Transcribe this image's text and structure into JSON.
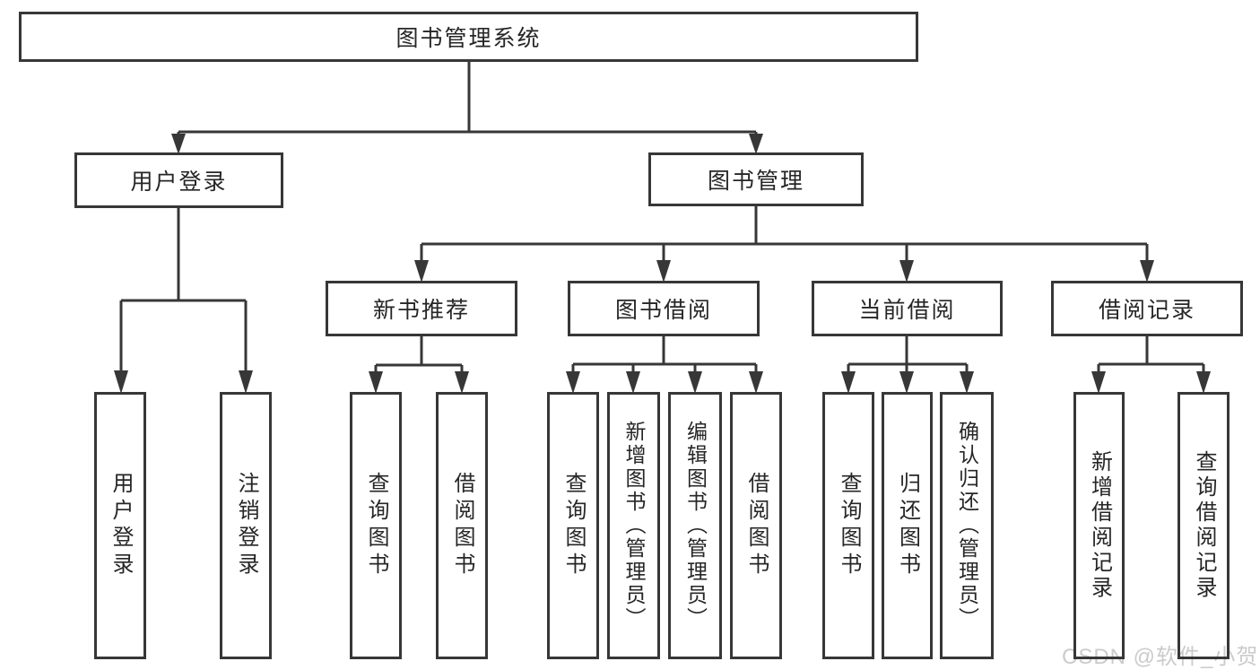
{
  "diagram_title": "图书管理系统",
  "nodes": {
    "root": "图书管理系统",
    "user_login": "用户登录",
    "book_mgmt": "图书管理",
    "new_book_rec": "新书推荐",
    "book_borrow": "图书借阅",
    "current_borrow": "当前借阅",
    "borrow_records": "借阅记录",
    "leaf_user_login": "用户登录",
    "leaf_logout": "注销登录",
    "rec_query_books": "查询图书",
    "rec_borrow_books": "借阅图书",
    "bb_query_books": "查询图书",
    "bb_add_books": "新增图书（管理员）",
    "bb_edit_books": "编辑图书（管理员）",
    "bb_borrow_books": "借阅图书",
    "cb_query_books": "查询图书",
    "cb_return_books": "归还图书",
    "cb_confirm_return": "确认归还（管理员）",
    "br_add_record": "新增借阅记录",
    "br_query_record": "查询借阅记录"
  },
  "tree": {
    "图书管理系统": {
      "用户登录": [
        "用户登录",
        "注销登录"
      ],
      "图书管理": {
        "新书推荐": [
          "查询图书",
          "借阅图书"
        ],
        "图书借阅": [
          "查询图书",
          "新增图书（管理员）",
          "编辑图书（管理员）",
          "借阅图书"
        ],
        "当前借阅": [
          "查询图书",
          "归还图书",
          "确认归还（管理员）"
        ],
        "借阅记录": [
          "新增借阅记录",
          "查询借阅记录"
        ]
      }
    }
  },
  "watermark": {
    "text": "CSDN @软件_小贺同学",
    "color": "#cbcbcb"
  },
  "colors": {
    "line": "#373737",
    "box_fill": "#ffffff",
    "text": "#262626"
  }
}
